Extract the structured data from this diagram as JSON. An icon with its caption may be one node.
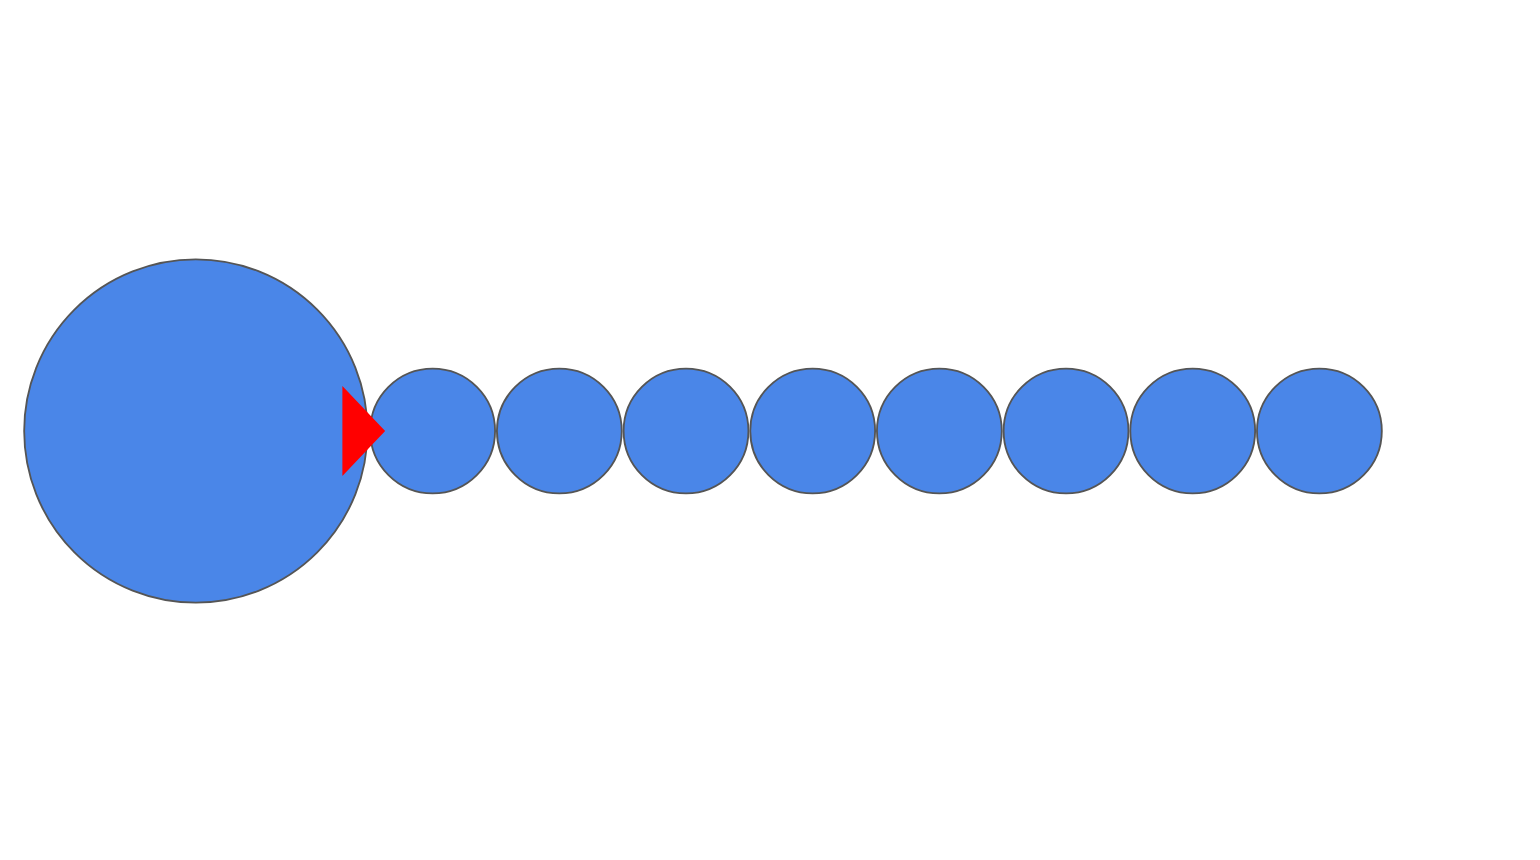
{
  "diagram": {
    "nodes": [
      {
        "text": [],
        "shape": "circle"
      },
      {
        "text": [],
        "shape": "circle"
      },
      {
        "text": [],
        "shape": "circle"
      },
      {
        "text": [],
        "shape": "circle"
      },
      {
        "text": [],
        "shape": "circle"
      },
      {
        "text": [],
        "shape": "circle"
      },
      {
        "text": [],
        "shape": "circle"
      },
      {
        "text": [],
        "shape": "circle"
      },
      {
        "text": [],
        "shape": "circle"
      }
    ],
    "edges": [
      {
        "from": 0,
        "to": 1,
        "arrow": "to",
        "style": "thick",
        "color": "#ff0000"
      }
    ]
  }
}
